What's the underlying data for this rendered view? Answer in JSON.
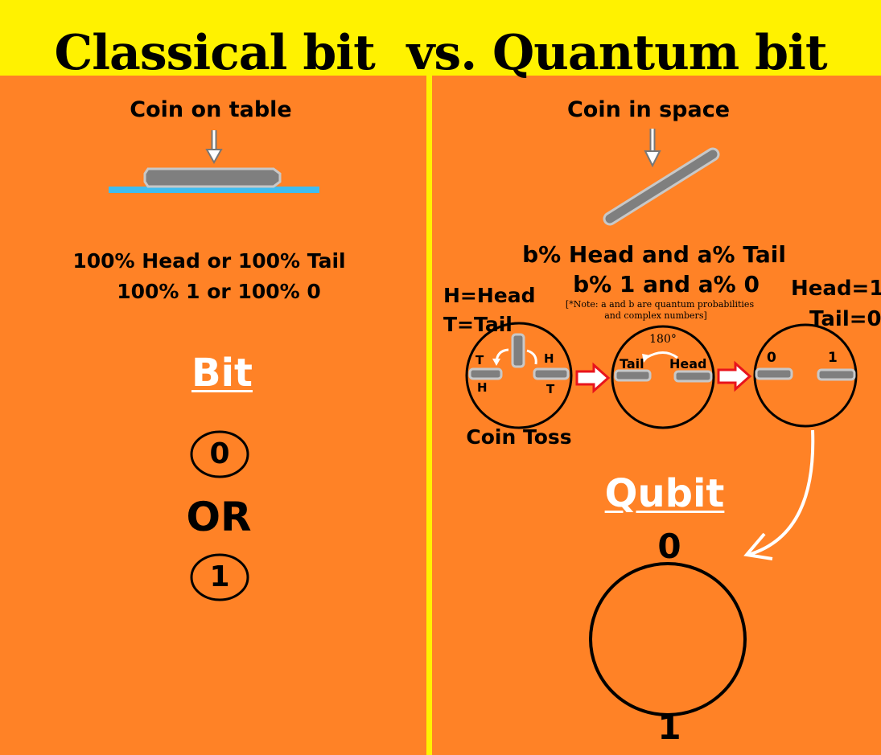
{
  "title": "Classical bit  vs. Quantum bit",
  "classical": {
    "coin_label": "Coin on table",
    "prob_line1": "100% Head or 100% Tail",
    "prob_line2": "100% 1 or 100% 0",
    "bit_heading": "Bit",
    "state_zero": "0",
    "or_label": "OR",
    "state_one": "1"
  },
  "quantum": {
    "coin_label": "Coin in space",
    "prob_line1": "b% Head and a% Tail",
    "prob_line2": "b% 1 and a% 0",
    "note_line1": "[*Note: a and b are quantum probabilities",
    "note_line2": "and complex numbers]",
    "legend_head": "H=Head",
    "legend_tail": "T=Tail",
    "map_head": "Head=1",
    "map_tail": "Tail=0",
    "toss": {
      "t_top": "T",
      "h_top": "H",
      "h_bottom": "H",
      "t_bottom": "T",
      "caption": "Coin Toss"
    },
    "rotate": {
      "angle": "180°",
      "tail": "Tail",
      "head": "Head"
    },
    "state": {
      "zero": "0",
      "one": "1"
    },
    "qubit_heading": "Qubit",
    "sphere_top": "0",
    "sphere_bottom": "1"
  },
  "colors": {
    "banner": "#fff200",
    "panel": "#ff8226",
    "coin": "#7f7f7f",
    "table": "#3fbdf0",
    "arrow_red": "#e8141c"
  }
}
